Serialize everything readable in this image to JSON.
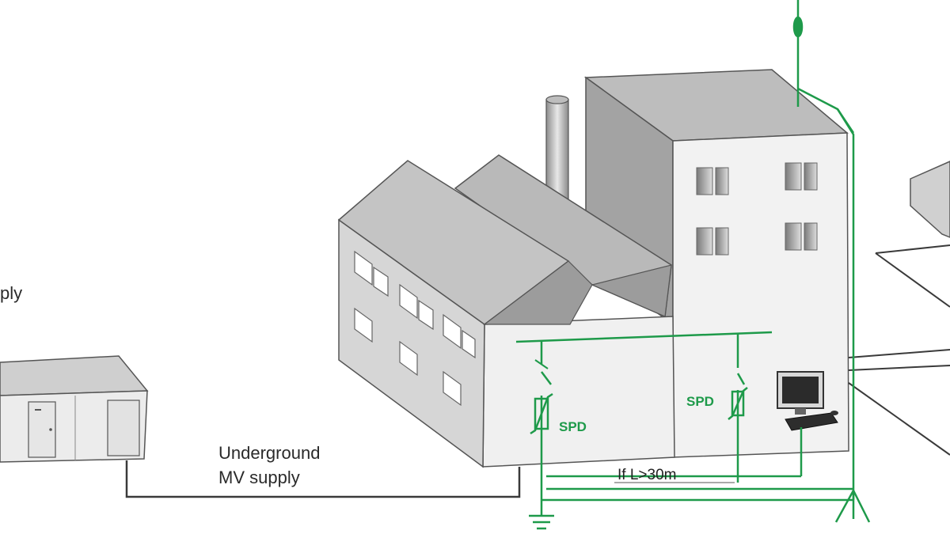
{
  "labels": {
    "supply_fragment": "ply",
    "underground_line1": "Underground",
    "underground_line2": "MV supply",
    "spd_main": "SPD",
    "spd_secondary": "SPD",
    "length_condition": "If L>30m"
  },
  "colors": {
    "surge_protection": "#1e9a4a",
    "cable": "#3a3a3a",
    "building_wall": "#f0f0f0",
    "building_roof": "#bdbdbd",
    "building_dark": "#9c9c9c"
  }
}
